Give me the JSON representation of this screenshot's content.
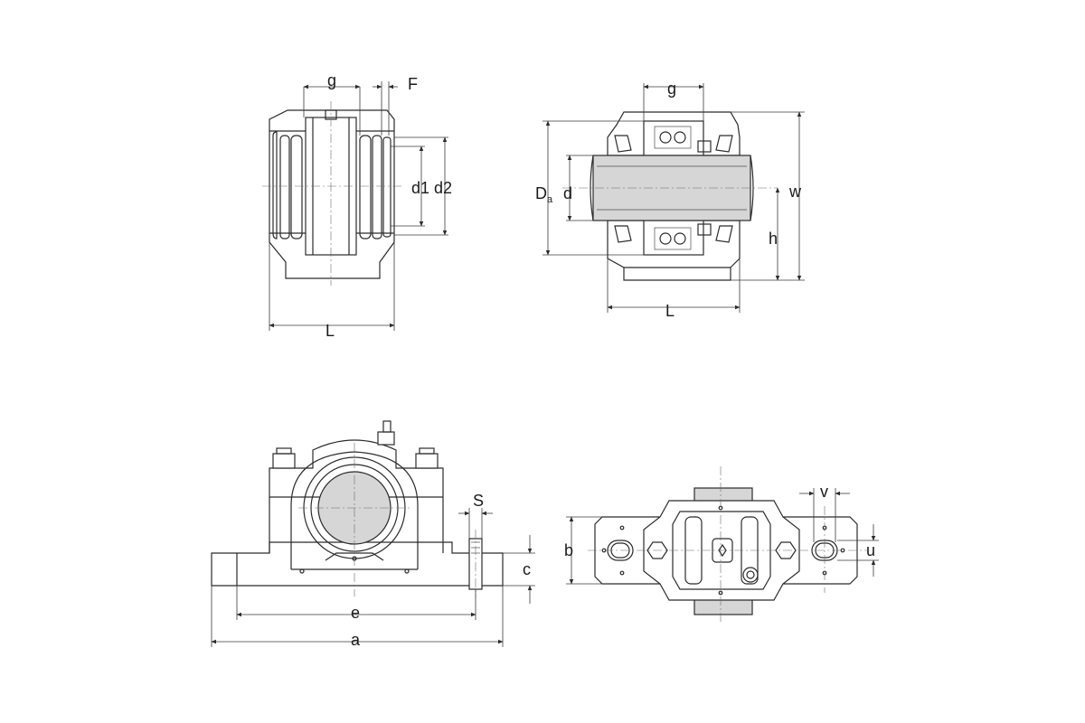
{
  "labels": {
    "side_g": "g",
    "side_F": "F",
    "side_d1": "d1",
    "side_d2": "d2",
    "side_L": "L",
    "sec_g": "g",
    "sec_Da_main": "D",
    "sec_Da_sub": "a",
    "sec_d": "d",
    "sec_h": "h",
    "sec_w": "w",
    "sec_L": "L",
    "front_S": "S",
    "front_c": "c",
    "front_e": "e",
    "front_a": "a",
    "top_v": "v",
    "top_b": "b",
    "top_u": "u"
  },
  "colors": {
    "line": "#2b2b2b",
    "shaft_fill": "#d6d6d6",
    "bore_fill": "#cfcfcf",
    "background": "#ffffff"
  }
}
